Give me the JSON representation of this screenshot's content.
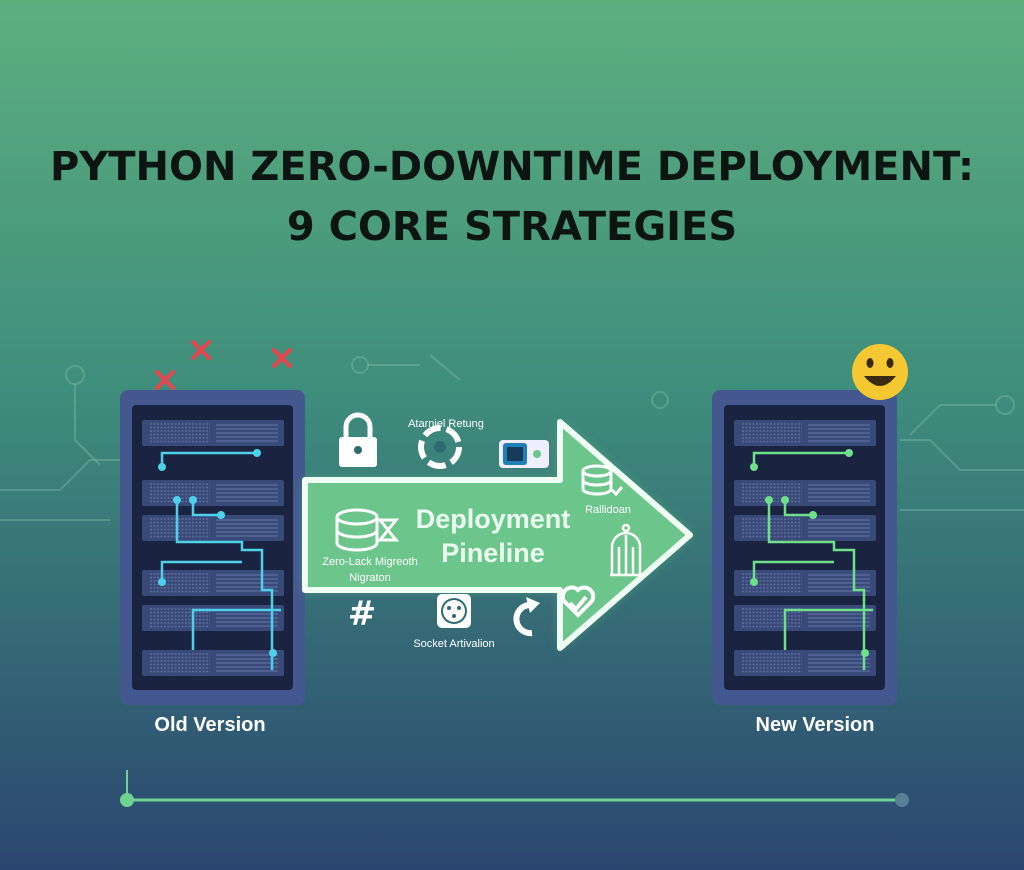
{
  "title": {
    "line1": "PYTHON ZERO-DOWNTIME DEPLOYMENT:",
    "line2": "9 CORE STRATEGIES"
  },
  "pipeline": {
    "line1": "Deployment",
    "line2": "Pineline",
    "labels": {
      "top": "Atarniel Retung",
      "left_line1": "Zero-Lack Migreoth",
      "left_line2": "Nigraton",
      "right": "Rallidoan",
      "bottom": "Socket Artivalion"
    },
    "icons": [
      "lock-icon",
      "aperture-icon",
      "toggle-icon",
      "database-check-icon",
      "database-hourglass-icon",
      "birdcage-icon",
      "hash-icon",
      "socket-icon",
      "redo-arrow-icon",
      "heart-check-icon"
    ]
  },
  "servers": {
    "old": {
      "label": "Old Version",
      "status_icon": "red-x-icon",
      "trace_color": "#4fd0ea"
    },
    "new": {
      "label": "New Version",
      "status_icon": "smiley-icon",
      "trace_color": "#6ee08a"
    }
  },
  "colors": {
    "bg_top": "#5daf80",
    "bg_bottom": "#2b4670",
    "arrow_fill": "#6cc58a",
    "timeline": "#6fd192",
    "x_mark": "#e8454f",
    "smiley": "#f5c832"
  }
}
